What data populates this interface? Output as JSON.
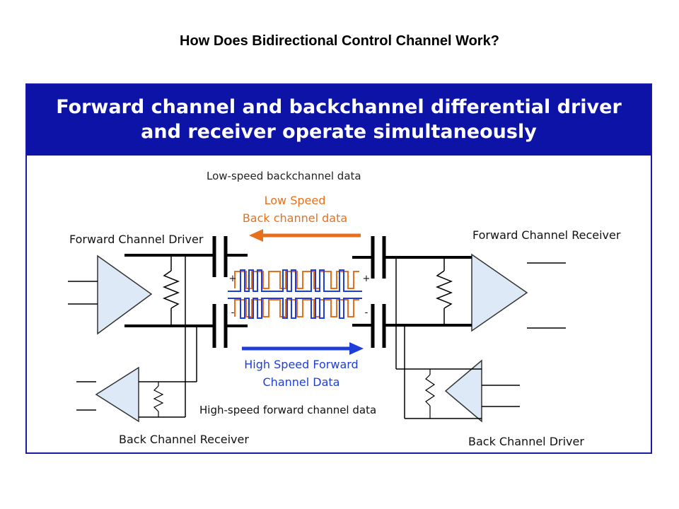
{
  "title": "How Does Bidirectional Control Channel Work?",
  "banner": {
    "line1": "Forward channel and backchannel differential driver",
    "line2": "and receiver operate simultaneously"
  },
  "labels": {
    "low_speed_backchannel": "Low-speed backchannel data",
    "low_speed_back_line1": "Low Speed",
    "low_speed_back_line2": "Back channel data",
    "high_speed_fwd_line1": "High Speed Forward",
    "high_speed_fwd_line2": "Channel Data",
    "high_speed_forward_channel": "High-speed forward channel data",
    "forward_channel_driver": "Forward Channel Driver",
    "forward_channel_receiver": "Forward Channel Receiver",
    "back_channel_receiver": "Back Channel Receiver",
    "back_channel_driver": "Back Channel Driver",
    "plus": "+",
    "minus": "-"
  },
  "colors": {
    "banner": "#0c13a6",
    "triangle_fill": "#dde9f7",
    "slow_signal": "#e8701c",
    "fast_signal": "#1f3ed8",
    "wire": "#000000"
  }
}
